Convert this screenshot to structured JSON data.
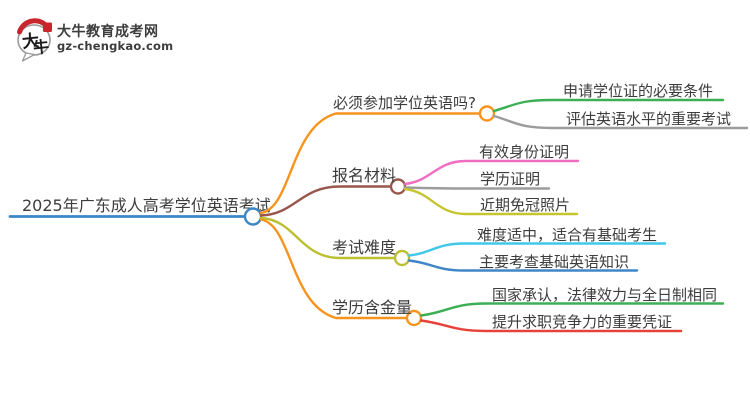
{
  "logo": {
    "bubble_char_1": "大",
    "bubble_char_2": "牛",
    "title": "大牛教育成考网",
    "domain": "gz-chengkao.com",
    "colors": {
      "brand_green": "#1b8c4a",
      "seal_red": "#c9252c",
      "bubble_outline": "#9a9a9a"
    }
  },
  "mindmap": {
    "text_color": "#3d3d3d",
    "root": {
      "label": "2025年广东成人高考学位英语考试",
      "color": "#3a86c6"
    },
    "branches": [
      {
        "label": "必须参加学位英语吗?",
        "color": "#f7941e",
        "children": [
          {
            "label": "申请学位证的必要条件",
            "color": "#3cae54"
          },
          {
            "label": "评估英语水平的重要考试",
            "color": "#9c9c9c"
          }
        ]
      },
      {
        "label": "报名材料",
        "color": "#99574c",
        "children": [
          {
            "label": "有效身份证明",
            "color": "#ef6ec1"
          },
          {
            "label": "学历证明",
            "color": "#9c9c9c"
          },
          {
            "label": "近期免冠照片",
            "color": "#c5c52f"
          }
        ]
      },
      {
        "label": "考试难度",
        "color": "#bcbf30",
        "children": [
          {
            "label": "难度适中，适合有基础考生",
            "color": "#41c7e8"
          },
          {
            "label": "主要考查基础英语知识",
            "color": "#3e86c8"
          }
        ]
      },
      {
        "label": "学历含金量",
        "color": "#f7941e",
        "children": [
          {
            "label": "国家承认，法律效力与全日制相同",
            "color": "#3cae54"
          },
          {
            "label": "提升求职竞争力的重要凭证",
            "color": "#e6423a"
          }
        ]
      }
    ]
  }
}
